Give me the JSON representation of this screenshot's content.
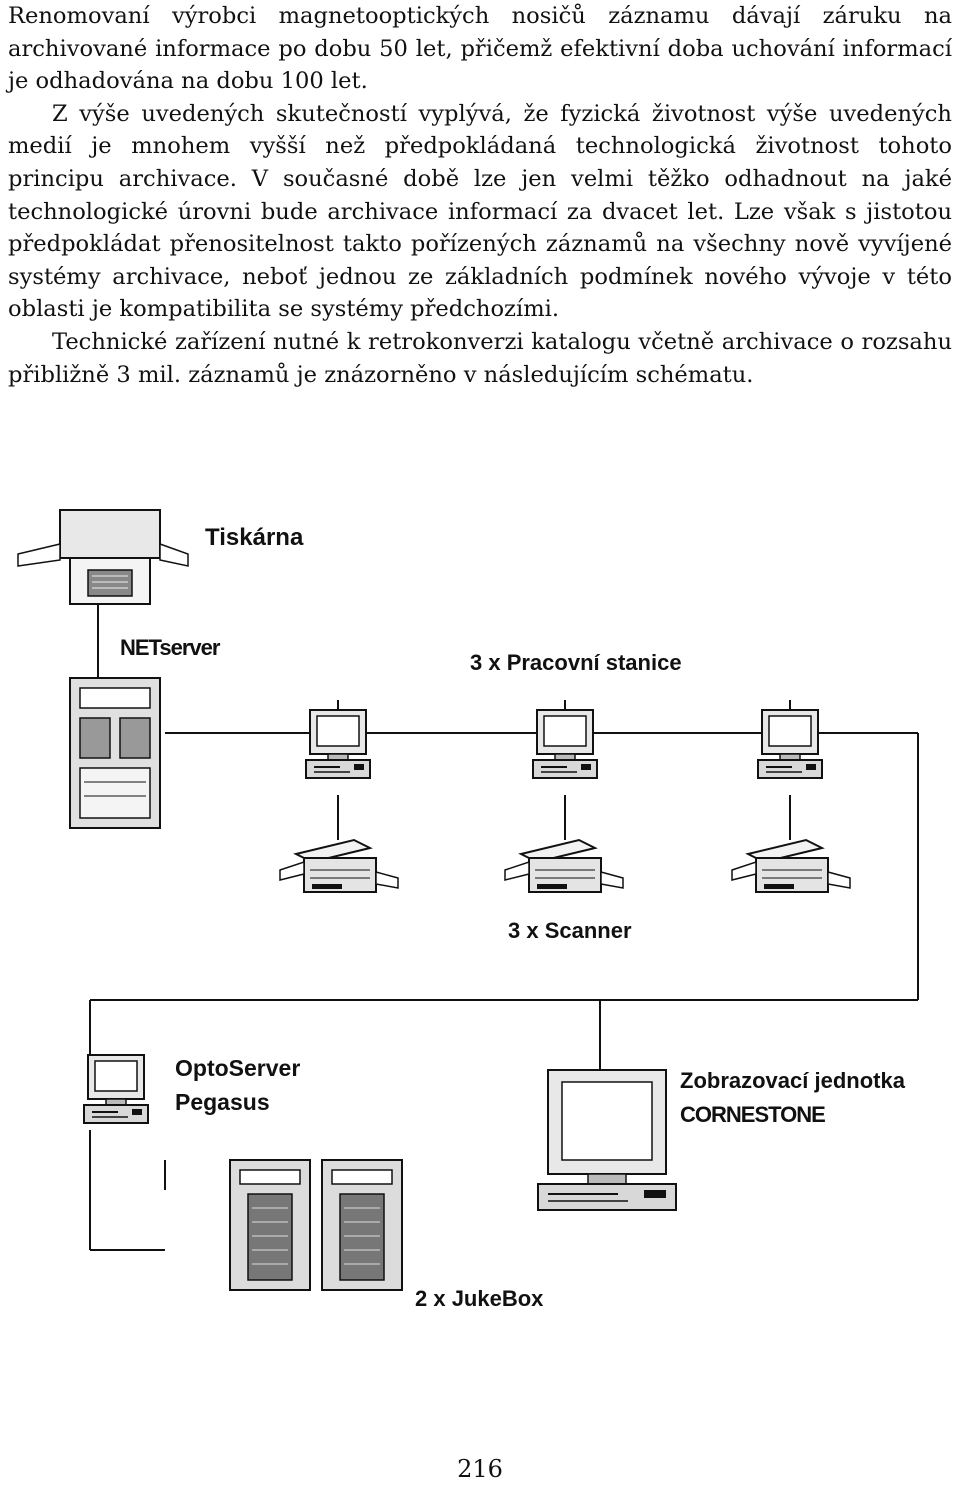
{
  "paragraphs": [
    "Renomovaní výrobci magnetooptických nosičů záznamu dávají záruku na archivované informace po dobu 50 let, přičemž efektivní doba uchování informací je odhadována na dobu 100 let.",
    "Z výše uvedených skutečností vyplývá, že fyzická životnost výše uvedených medií je mnohem vyšší než předpokládaná technologická životnost tohoto principu archivace. V současné době lze jen velmi těžko odhadnout na jaké technologické úrovni bude archivace informací za dvacet let. Lze však s jistotou předpokládat přenositelnost takto pořízených záznamů na všechny nově vyvíjené systémy archivace, neboť jednou ze základních podmínek nového vývoje v této oblasti je kompatibilita se systémy předchozími.",
    "Technické zařízení nutné k retrokonverzi katalogu včetně archivace o rozsahu přibližně 3 mil. záznamů je znázorněno v následujícím schématu."
  ],
  "diagram": {
    "printer_label": "Tiskárna",
    "netserver_label": "NETserver",
    "workstations_label": "3 x Pracovní stanice",
    "scanners_label": "3 x Scanner",
    "optoserver_label_1": "OptoServer",
    "optoserver_label_2": "Pegasus",
    "display_label_1": "Zobrazovací jednotka",
    "display_label_2": "CORNESTONE",
    "jukebox_label": "2 x JukeBox"
  },
  "page_number": "216"
}
